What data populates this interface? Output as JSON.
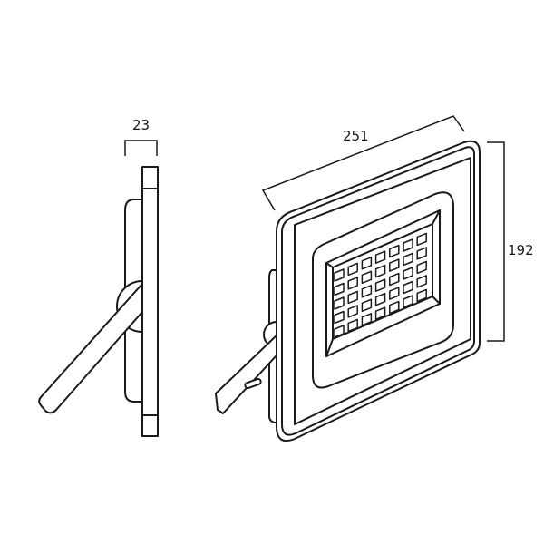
{
  "dimensions": {
    "depth": "23",
    "width": "251",
    "height": "192"
  },
  "led_grid": {
    "rows": 5,
    "cols": 7
  },
  "colors": {
    "stroke": "#1a1a1a",
    "background": "#ffffff"
  }
}
